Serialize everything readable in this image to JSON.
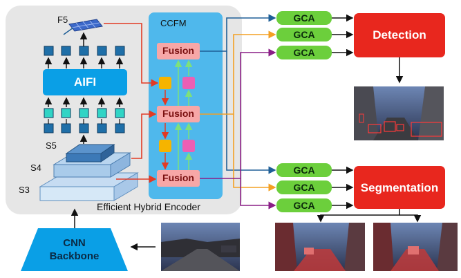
{
  "encoder": {
    "title": "Efficient Hybrid Encoder",
    "aifi": "AIFI",
    "f5": "F5",
    "s5": "S5",
    "s4": "S4",
    "s3": "S3"
  },
  "ccfm": {
    "title": "CCFM",
    "fusion": [
      "Fusion",
      "Fusion",
      "Fusion"
    ]
  },
  "gca": [
    "GCA",
    "GCA",
    "GCA",
    "GCA",
    "GCA",
    "GCA"
  ],
  "heads": {
    "detection": "Detection",
    "segmentation": "Segmentation"
  },
  "backbone": {
    "line1": "CNN",
    "line2": "Backbone"
  },
  "colors": {
    "encoder_bg": "#e6e6e6",
    "ccfm_bg": "#4fb8ec",
    "aifi": "#0a9fe6",
    "fusion": "#f7a7a7",
    "gca": "#6ccf3c",
    "head": "#e8271e",
    "arrow_red": "#e23a24",
    "arrow_blue": "#1f5f97",
    "arrow_orange": "#f4a024",
    "arrow_purple": "#8a1e86",
    "arrow_green": "#8ef08a",
    "token_dark": "#1f6fa8",
    "token_teal": "#31d4c5",
    "square_yellow": "#f6b400",
    "square_pink": "#ec5fb4"
  }
}
